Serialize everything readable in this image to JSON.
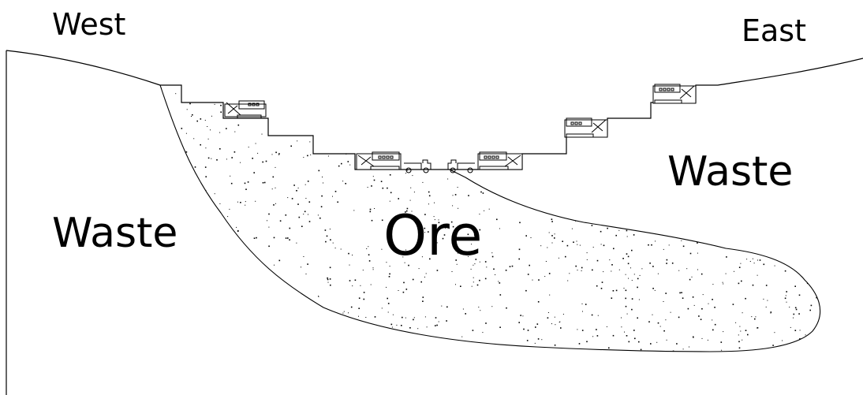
{
  "labels": {
    "west": "West",
    "east": "East",
    "waste_left": "Waste",
    "waste_right": "Waste",
    "ore": "Ore"
  },
  "colors": {
    "line": "#000000",
    "background": "#ffffff",
    "stipple": "#000000"
  },
  "equipment": {
    "shovels": 5,
    "trucks": 2
  }
}
